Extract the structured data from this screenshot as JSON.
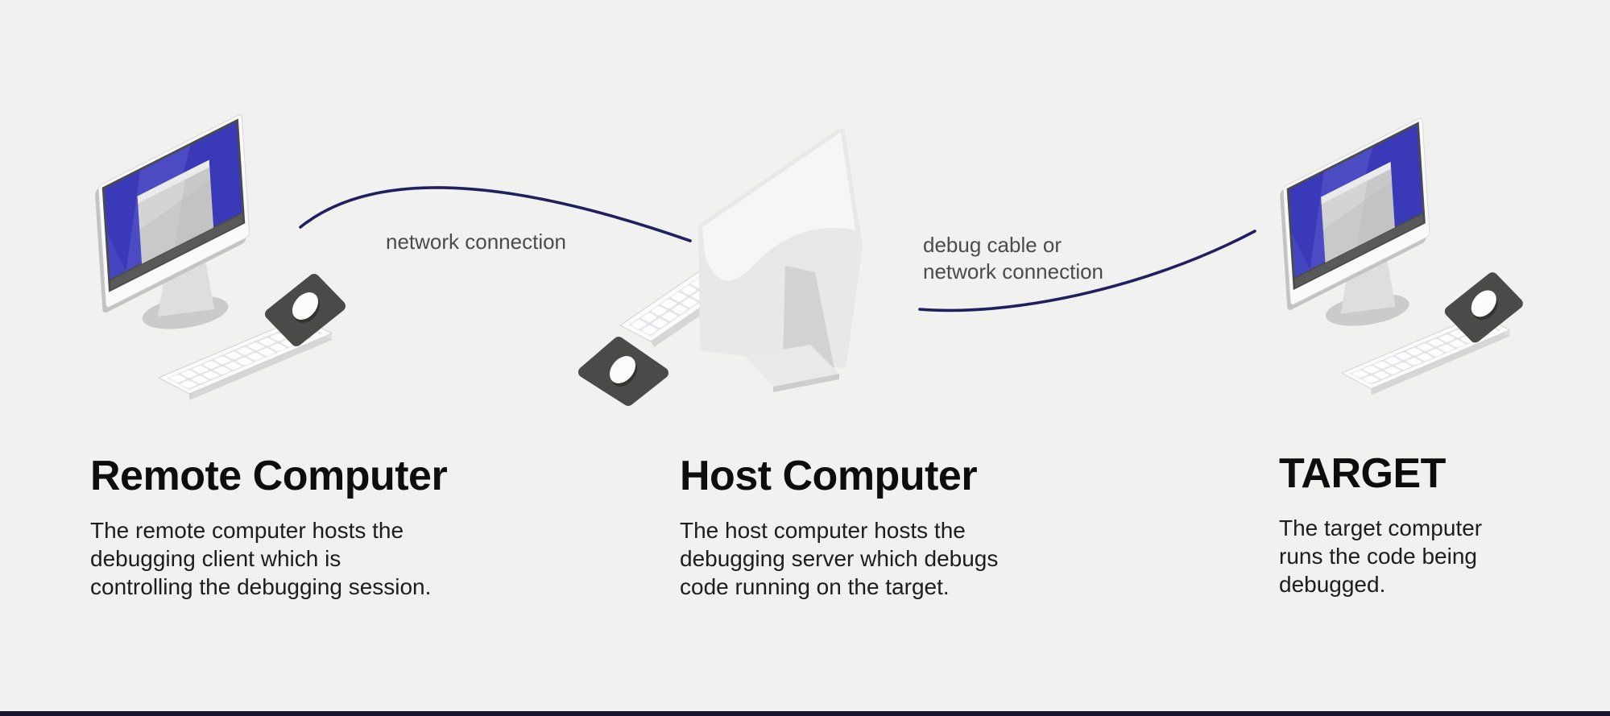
{
  "sections": [
    {
      "id": "remote",
      "title": "Remote Computer",
      "description_lines": [
        "The remote computer hosts the",
        "debugging client which is",
        "controlling the debugging session."
      ]
    },
    {
      "id": "host",
      "title": "Host Computer",
      "description_lines": [
        "The host computer hosts the",
        "debugging server which debugs",
        "code running on the target."
      ]
    },
    {
      "id": "target",
      "title": "TARGET",
      "description_lines": [
        "The target computer",
        "runs the code being",
        "debugged."
      ]
    }
  ],
  "connections": [
    {
      "id": "remote-to-host",
      "label_lines": [
        "network connection"
      ]
    },
    {
      "id": "host-to-target",
      "label_lines": [
        "debug cable or",
        "network connection"
      ]
    }
  ],
  "illustrations": {
    "remote": "desktop-computer-front-view",
    "host": "desktop-computer-back-view",
    "target": "desktop-computer-front-view"
  },
  "colors": {
    "page_bg": "#f1f1ef",
    "footer_bar": "#17162b",
    "screen_blue": "#3a3ab8",
    "screen_blue_light": "#5b5bce",
    "bezel_dark": "#4b4b4b",
    "mousepad_dark": "#4a4a48",
    "connection_line": "#221f60",
    "label_text": "#4b4b4b",
    "heading_text": "#0d0d0d",
    "body_text": "#1d1d1d"
  }
}
